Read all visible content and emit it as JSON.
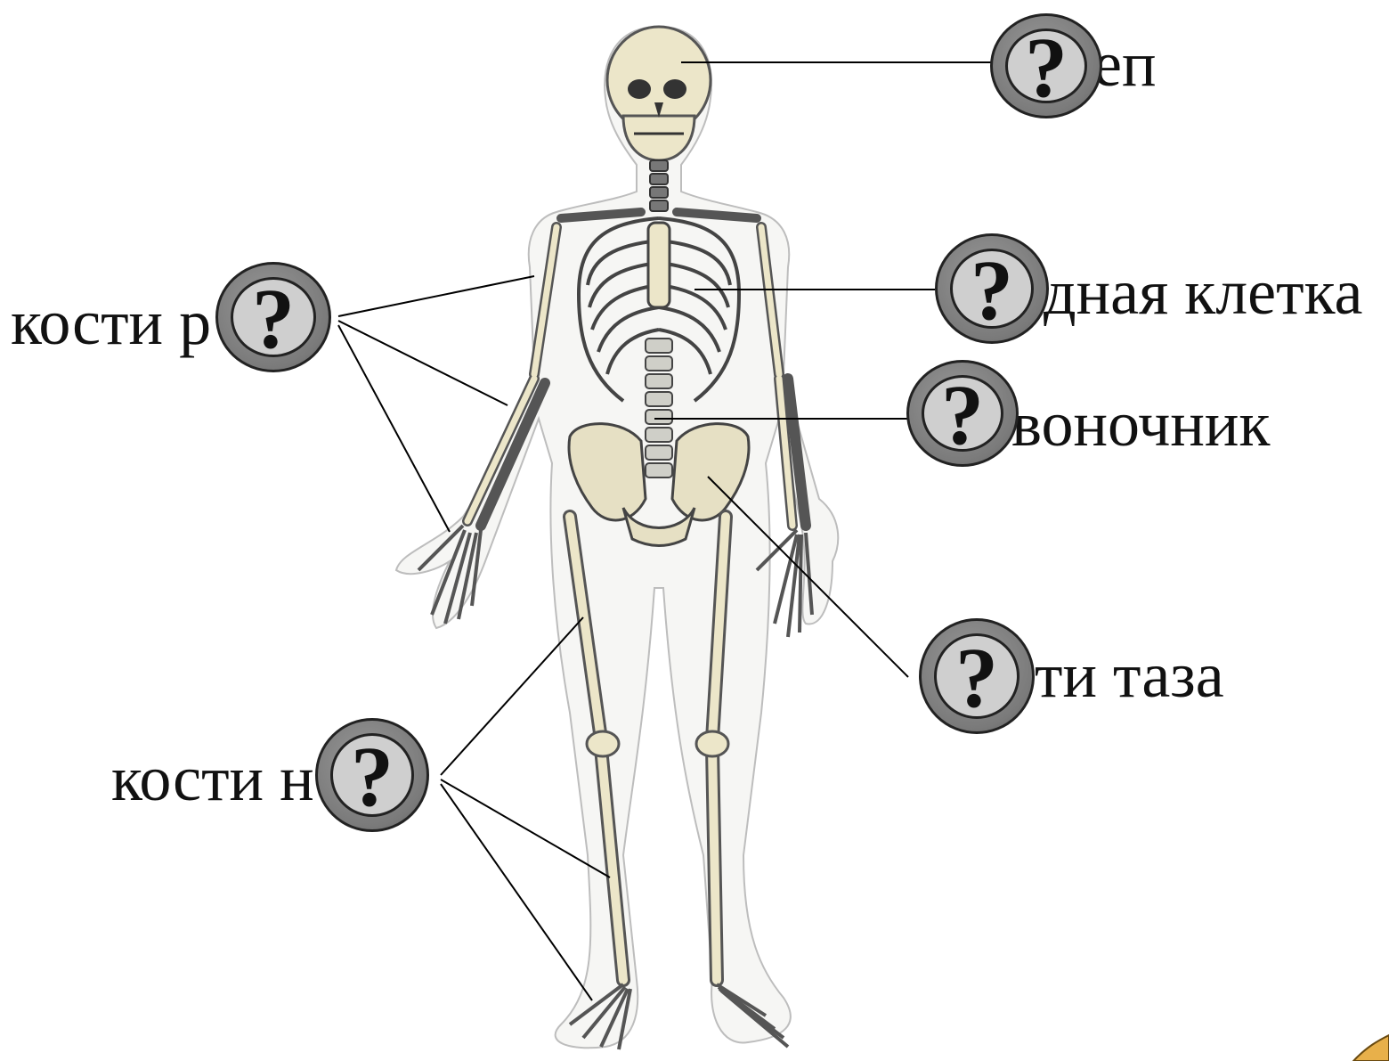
{
  "labels": {
    "skull": "еп",
    "chest": "дная клетка",
    "spine": "воночник",
    "pelvis": "ти таза",
    "arm": "кости р",
    "leg": "кости н"
  },
  "button_symbol": "?",
  "colors": {
    "bone": "#efe8c8",
    "bone_shadow": "#8a8a7a",
    "outline": "#b9b9b9",
    "button_outer": "#7c7c7c",
    "button_inner": "#cfcfcf",
    "corner_accent": "#e8b04a"
  }
}
